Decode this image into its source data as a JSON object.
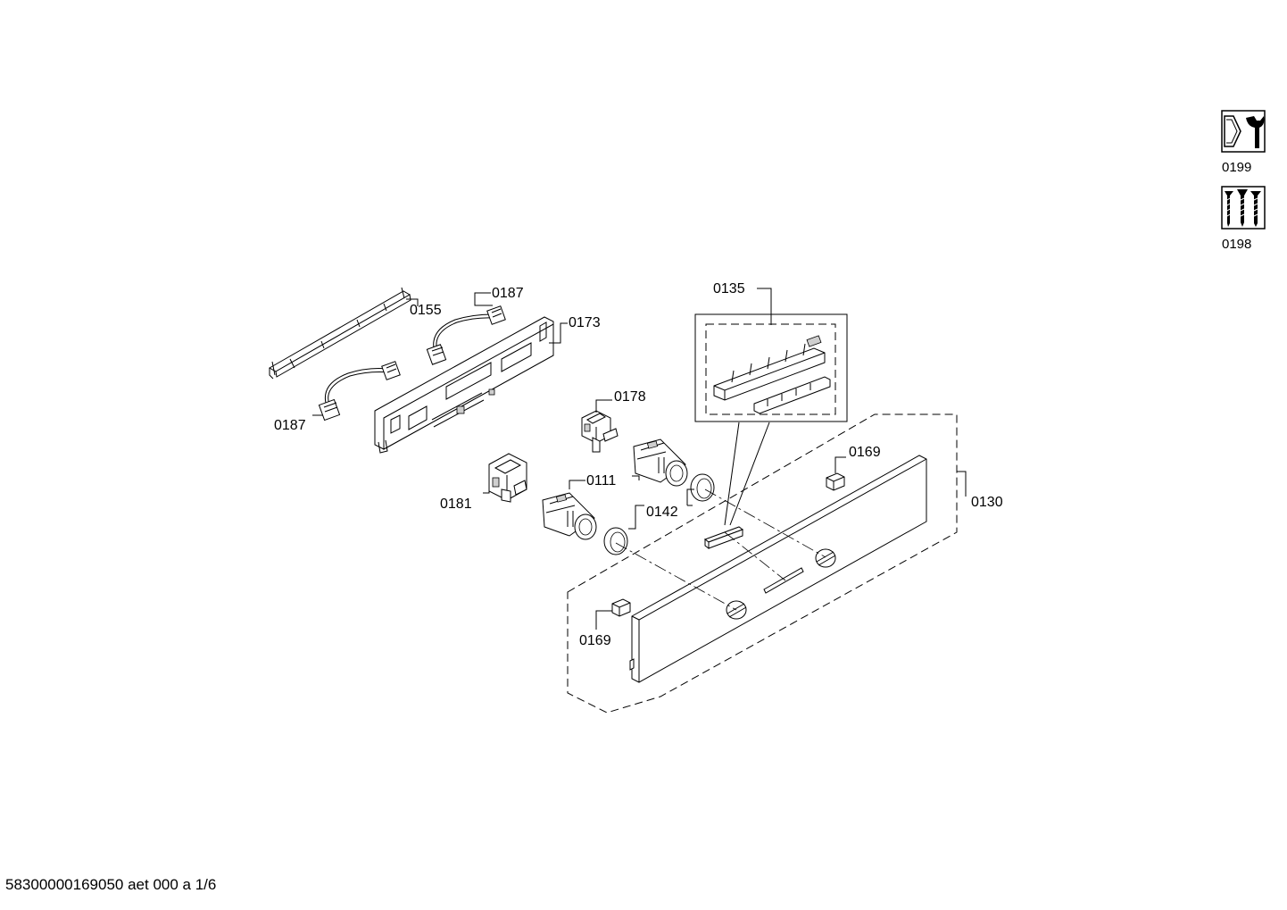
{
  "footer": {
    "document_code": "58300000169050 aet 000 a 1/6"
  },
  "icons": [
    {
      "name": "wrench-icon",
      "code": "0199"
    },
    {
      "name": "screws-icon",
      "code": "0198"
    }
  ],
  "parts": {
    "p0155": "0155",
    "p0187_top": "0187",
    "p0187_bottom": "0187",
    "p0173": "0173",
    "p0178": "0178",
    "p0181": "0181",
    "p0111": "0111",
    "p0142": "0142",
    "p0135": "0135",
    "p0169_top": "0169",
    "p0169_bottom": "0169",
    "p0130": "0130"
  }
}
